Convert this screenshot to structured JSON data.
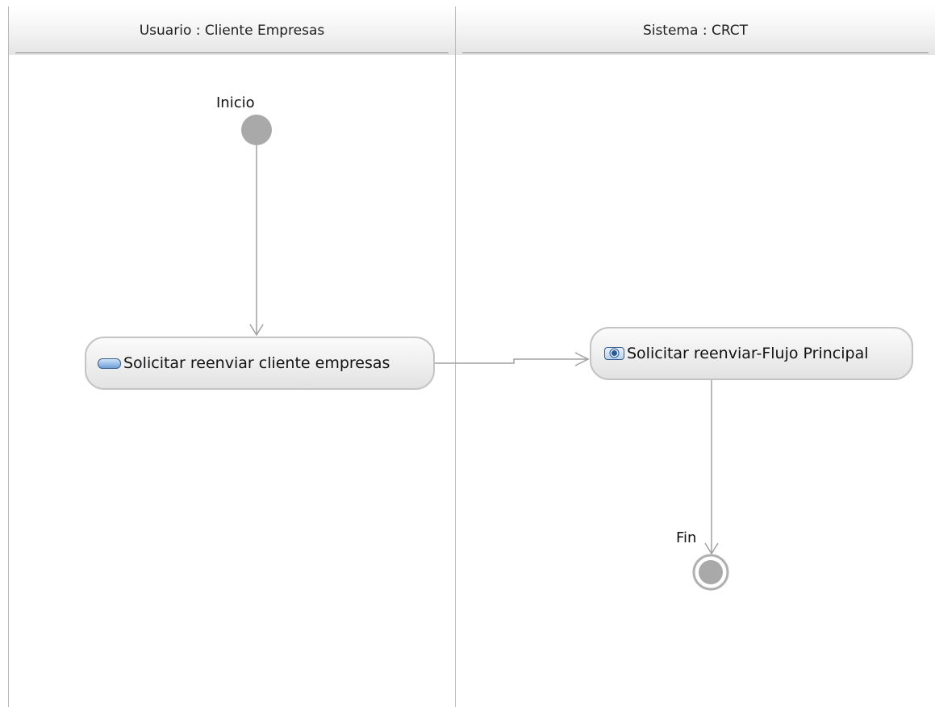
{
  "lanes": [
    {
      "title": "Usuario : Cliente Empresas"
    },
    {
      "title": "Sistema : CRCT"
    }
  ],
  "nodes": {
    "start": {
      "label": "Inicio"
    },
    "action_1": {
      "label": "Solicitar reenviar cliente empresas",
      "icon": "action-pill-icon"
    },
    "action_2": {
      "label": "Solicitar reenviar-Flujo Principal",
      "icon": "call-behavior-icon"
    },
    "end": {
      "label": "Fin"
    }
  },
  "colors": {
    "lane_border": "#b8b8b8",
    "node_fill": "#a9a9a9",
    "edge": "#a0a0a0",
    "action_border": "#c4c4c4"
  }
}
